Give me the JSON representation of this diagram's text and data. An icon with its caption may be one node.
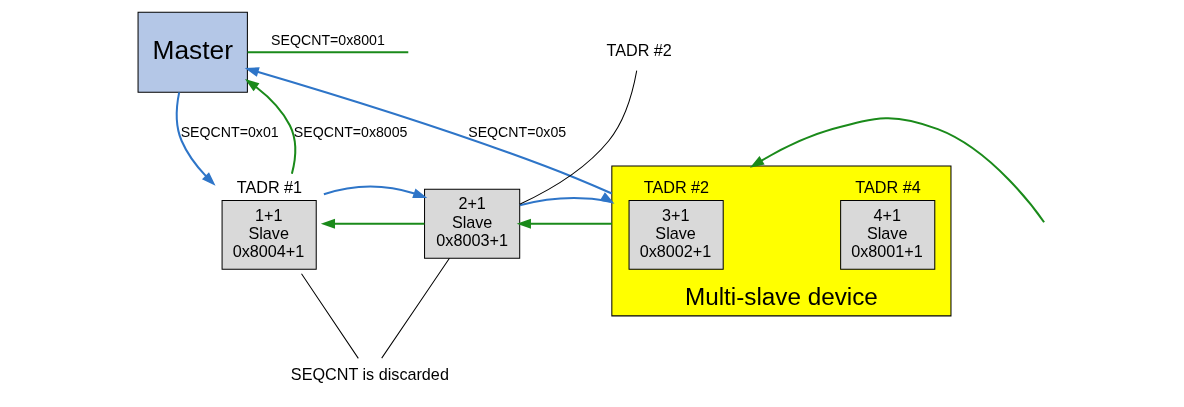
{
  "diagram": {
    "nodes": [
      {
        "text": [
          "Master"
        ]
      },
      {
        "text": [
          "1+1",
          "Slave",
          "0x8004+1"
        ],
        "beside": [
          "TADR #1"
        ]
      },
      {
        "text": [
          "2+1",
          "Slave",
          "0x8003+1"
        ]
      },
      {
        "text": [
          "Multi-slave device"
        ]
      },
      {
        "text": [
          "3+1",
          "Slave",
          "0x8002+1"
        ],
        "beside": [
          "TADR #2"
        ],
        "in": 3
      },
      {
        "text": [
          "4+1",
          "Slave",
          "0x8001+1"
        ],
        "beside": [
          "TADR #4"
        ],
        "in": 3
      },
      {
        "text": [
          "SEQCNT is discarded"
        ]
      },
      {
        "text": [
          "TADR #2"
        ]
      }
    ],
    "edges": [
      {
        "from": 1,
        "to": 0,
        "arrow": "to",
        "label": "SEQCNT=0x8005",
        "color": "#1a8a1a"
      },
      {
        "from": 0,
        "to": null,
        "arrow": "none",
        "label": "SEQCNT=0x8001",
        "color": "#1a8a1a"
      },
      {
        "from": null,
        "to": 3,
        "arrow": "to",
        "color": "#1a8a1a"
      },
      {
        "from": 3,
        "to": 2,
        "arrow": "to",
        "color": "#1a8a1a"
      },
      {
        "from": 2,
        "to": 1,
        "arrow": "to",
        "color": "#1a8a1a"
      },
      {
        "from": 0,
        "to": 1,
        "arrow": "to",
        "label": "SEQCNT=0x01",
        "color": "#2e75c8"
      },
      {
        "from": 1,
        "to": 2,
        "arrow": "to",
        "color": "#2e75c8"
      },
      {
        "from": 2,
        "to": 3,
        "arrow": "to",
        "color": "#2e75c8"
      },
      {
        "from": 3,
        "to": 0,
        "arrow": "to",
        "label": "SEQCNT=0x05",
        "color": "#2e75c8"
      },
      {
        "from": 7,
        "to": 2,
        "arrow": "none",
        "color": "#000000"
      },
      {
        "from": 6,
        "to": 1,
        "arrow": "none",
        "color": "#000000"
      },
      {
        "from": 6,
        "to": 2,
        "arrow": "none",
        "color": "#000000"
      }
    ]
  }
}
